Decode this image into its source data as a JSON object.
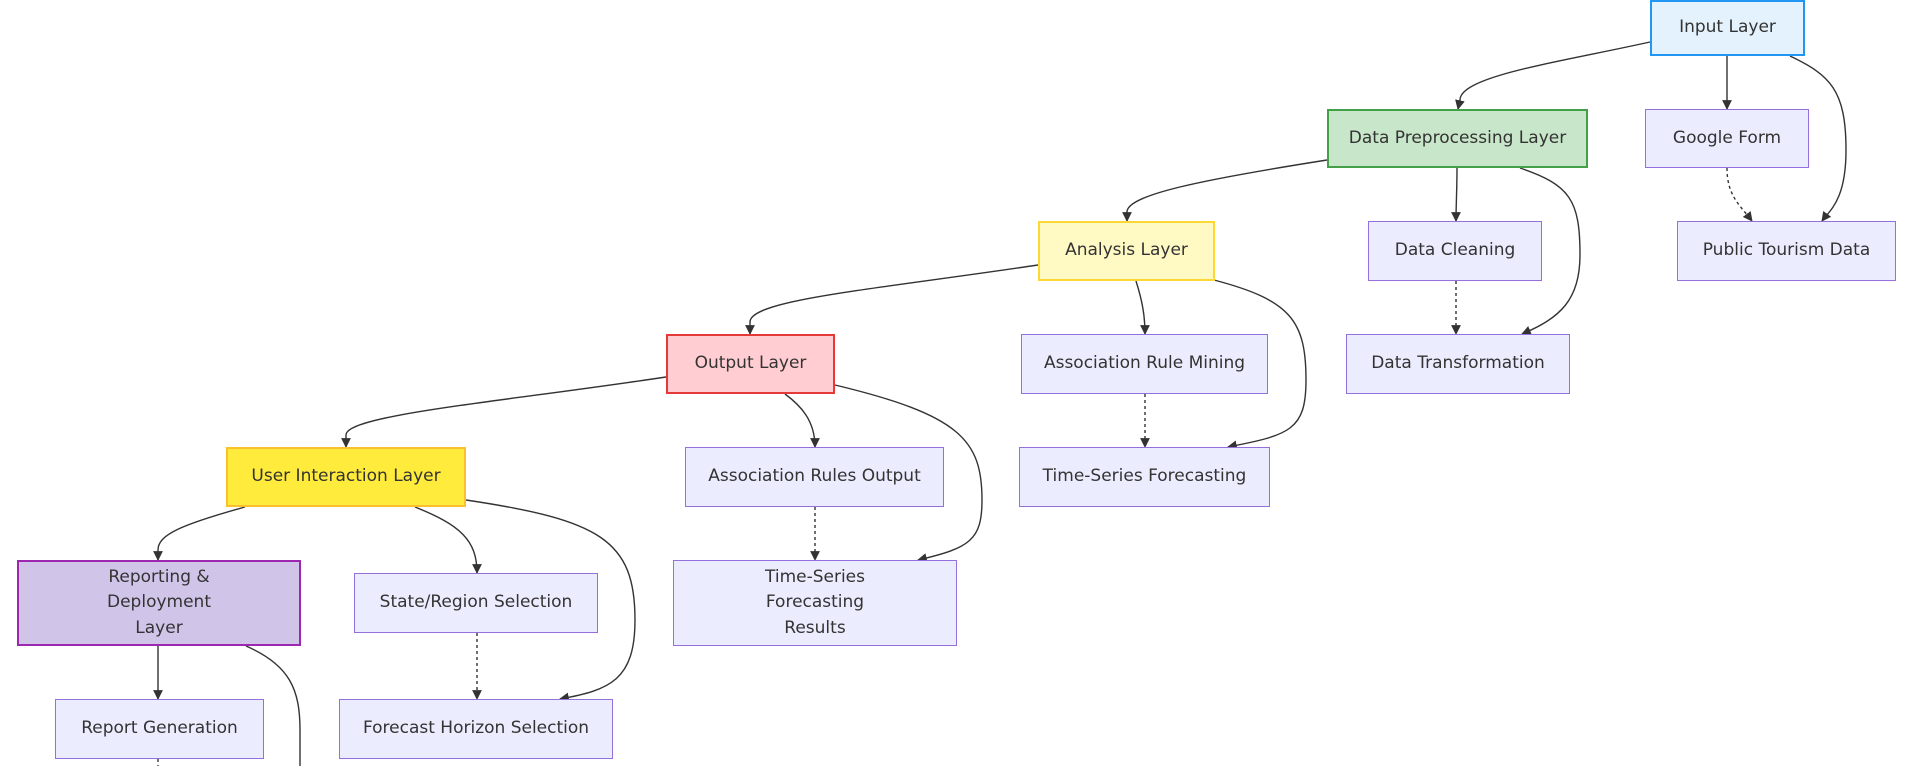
{
  "diagram": {
    "colors": {
      "edge": "#333333",
      "default_fill": "#ececff",
      "default_border": "#9370db"
    },
    "nodes": {
      "input_layer": {
        "label": "Input Layer",
        "fill": "#e3f2fd",
        "border": "#2196f3"
      },
      "data_preprocessing_layer": {
        "label": "Data Preprocessing Layer",
        "fill": "#c8e6c9",
        "border": "#43a047"
      },
      "google_form": {
        "label": "Google Form"
      },
      "analysis_layer": {
        "label": "Analysis Layer",
        "fill": "#fff9c4",
        "border": "#fdd835"
      },
      "data_cleaning": {
        "label": "Data Cleaning"
      },
      "public_tourism_data": {
        "label": "Public Tourism Data"
      },
      "output_layer": {
        "label": "Output Layer",
        "fill": "#ffcdd2",
        "border": "#e53935"
      },
      "association_rule_mining": {
        "label": "Association Rule Mining"
      },
      "data_transformation": {
        "label": "Data Transformation"
      },
      "user_interaction_layer": {
        "label": "User Interaction Layer",
        "fill": "#ffeb3b",
        "border": "#fbc02d"
      },
      "association_rules_output": {
        "label": "Association Rules Output"
      },
      "time_series_forecasting": {
        "label": "Time-Series Forecasting"
      },
      "reporting_deployment_layer": {
        "label_line1": "Reporting & Deployment",
        "label_line2": "Layer",
        "fill": "#d1c4e9",
        "border": "#9c27b0"
      },
      "state_region_selection": {
        "label": "State/Region Selection"
      },
      "time_series_forecasting_results": {
        "label_line1": "Time-Series Forecasting",
        "label_line2": "Results"
      },
      "report_generation": {
        "label": "Report Generation"
      },
      "forecast_horizon_selection": {
        "label": "Forecast Horizon Selection"
      }
    },
    "edges": [
      {
        "from": "input_layer",
        "to": "data_preprocessing_layer",
        "style": "solid"
      },
      {
        "from": "input_layer",
        "to": "google_form",
        "style": "solid"
      },
      {
        "from": "input_layer",
        "to": "public_tourism_data",
        "style": "solid"
      },
      {
        "from": "google_form",
        "to": "public_tourism_data",
        "style": "dotted"
      },
      {
        "from": "data_preprocessing_layer",
        "to": "analysis_layer",
        "style": "solid"
      },
      {
        "from": "data_preprocessing_layer",
        "to": "data_cleaning",
        "style": "solid"
      },
      {
        "from": "data_preprocessing_layer",
        "to": "data_transformation",
        "style": "solid"
      },
      {
        "from": "data_cleaning",
        "to": "data_transformation",
        "style": "dotted"
      },
      {
        "from": "analysis_layer",
        "to": "output_layer",
        "style": "solid"
      },
      {
        "from": "analysis_layer",
        "to": "association_rule_mining",
        "style": "solid"
      },
      {
        "from": "analysis_layer",
        "to": "time_series_forecasting",
        "style": "solid"
      },
      {
        "from": "association_rule_mining",
        "to": "time_series_forecasting",
        "style": "dotted"
      },
      {
        "from": "output_layer",
        "to": "user_interaction_layer",
        "style": "solid"
      },
      {
        "from": "output_layer",
        "to": "association_rules_output",
        "style": "solid"
      },
      {
        "from": "output_layer",
        "to": "time_series_forecasting_results",
        "style": "solid"
      },
      {
        "from": "association_rules_output",
        "to": "time_series_forecasting_results",
        "style": "dotted"
      },
      {
        "from": "user_interaction_layer",
        "to": "reporting_deployment_layer",
        "style": "solid"
      },
      {
        "from": "user_interaction_layer",
        "to": "state_region_selection",
        "style": "solid"
      },
      {
        "from": "user_interaction_layer",
        "to": "forecast_horizon_selection",
        "style": "solid"
      },
      {
        "from": "state_region_selection",
        "to": "forecast_horizon_selection",
        "style": "dotted"
      },
      {
        "from": "reporting_deployment_layer",
        "to": "report_generation",
        "style": "solid"
      }
    ]
  }
}
